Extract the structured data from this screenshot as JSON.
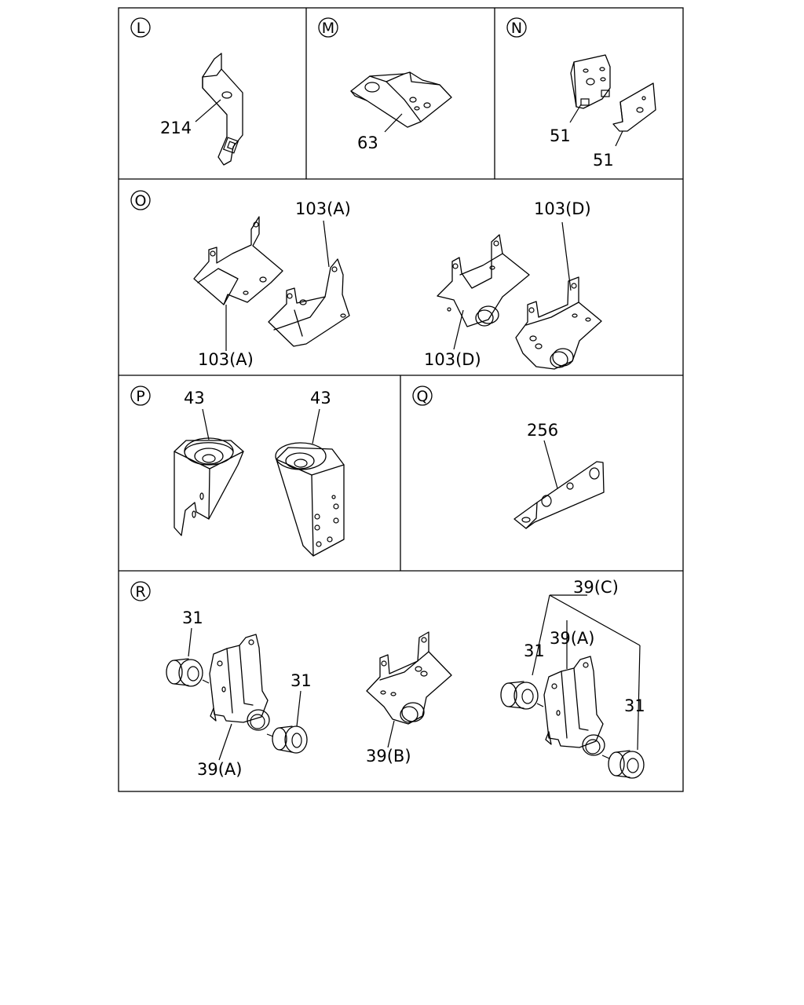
{
  "panels": {
    "L": {
      "letter": "L",
      "callouts": [
        "214"
      ]
    },
    "M": {
      "letter": "M",
      "callouts": [
        "63"
      ]
    },
    "N": {
      "letter": "N",
      "callouts": [
        "51",
        "51"
      ]
    },
    "O": {
      "letter": "O",
      "callouts": [
        "103(A)",
        "103(A)",
        "103(D)",
        "103(D)"
      ]
    },
    "P": {
      "letter": "P",
      "callouts": [
        "43",
        "43"
      ]
    },
    "Q": {
      "letter": "Q",
      "callouts": [
        "256"
      ]
    },
    "R": {
      "letter": "R",
      "callouts": [
        "31",
        "31",
        "39(A)",
        "39(B)",
        "39(C)",
        "39(A)",
        "31",
        "31"
      ]
    }
  },
  "colors": {
    "line": "#000000",
    "background": "#ffffff"
  }
}
